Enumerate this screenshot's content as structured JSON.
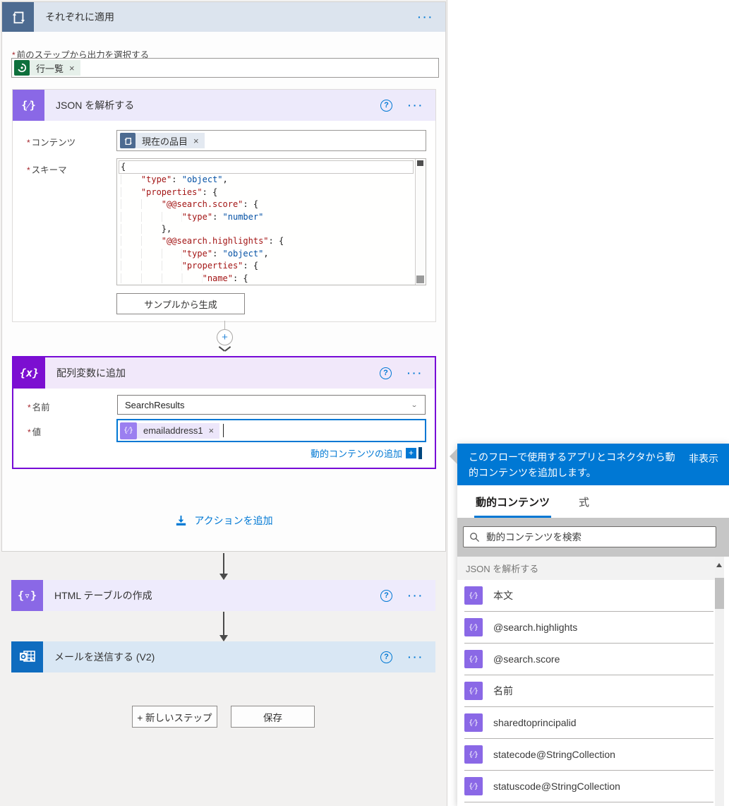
{
  "required_marker": "*",
  "colors": {
    "accent_blue": "#0078d4",
    "control_slate": "#4d6b91",
    "data_operation_purple": "#8a68e6",
    "variable_purple": "#770bd6",
    "dataverse_green": "#0e703c",
    "outlook_blue": "#0f6cbf",
    "code_key": "#a31515",
    "code_value": "#0451a5"
  },
  "canvas": {
    "apply_scope": {
      "title": "それぞれに適用",
      "menu_dots": "···",
      "outputs_label": "前のステップから出力を選択する",
      "output_token": {
        "label": "行一覧",
        "remove": "×"
      }
    },
    "parse_json": {
      "title": "JSON を解析する",
      "help": "?",
      "menu_dots": "···",
      "content_label": "コンテンツ",
      "content_token": {
        "label": "現在の品目",
        "remove": "×"
      },
      "schema_label": "スキーマ",
      "schema_lines": [
        [
          [
            "p",
            "{"
          ]
        ],
        [
          [
            "i",
            "    "
          ],
          [
            "k",
            "\"type\""
          ],
          [
            "p",
            ": "
          ],
          [
            "v",
            "\"object\""
          ],
          [
            "p",
            ","
          ]
        ],
        [
          [
            "i",
            "    "
          ],
          [
            "k",
            "\"properties\""
          ],
          [
            "p",
            ": {"
          ]
        ],
        [
          [
            "i",
            "        "
          ],
          [
            "k",
            "\"@@search.score\""
          ],
          [
            "p",
            ": {"
          ]
        ],
        [
          [
            "i",
            "            "
          ],
          [
            "k",
            "\"type\""
          ],
          [
            "p",
            ": "
          ],
          [
            "v",
            "\"number\""
          ]
        ],
        [
          [
            "i",
            "        "
          ],
          [
            "p",
            "},"
          ]
        ],
        [
          [
            "i",
            "        "
          ],
          [
            "k",
            "\"@@search.highlights\""
          ],
          [
            "p",
            ": {"
          ]
        ],
        [
          [
            "i",
            "            "
          ],
          [
            "k",
            "\"type\""
          ],
          [
            "p",
            ": "
          ],
          [
            "v",
            "\"object\""
          ],
          [
            "p",
            ","
          ]
        ],
        [
          [
            "i",
            "            "
          ],
          [
            "k",
            "\"properties\""
          ],
          [
            "p",
            ": {"
          ]
        ],
        [
          [
            "i",
            "                "
          ],
          [
            "k",
            "\"name\""
          ],
          [
            "p",
            ": {"
          ]
        ]
      ],
      "generate_button": "サンプルから生成"
    },
    "connector_plus": "+",
    "append_array": {
      "title": "配列変数に追加",
      "help": "?",
      "menu_dots": "···",
      "name_label": "名前",
      "name_value": "SearchResults",
      "value_label": "値",
      "value_token": {
        "label": "emailaddress1",
        "remove": "×"
      },
      "add_dynamic_link": "動的コンテンツの追加",
      "add_dynamic_plus": "+"
    },
    "add_action_label": "アクションを追加",
    "html_table": {
      "title": "HTML テーブルの作成",
      "help": "?",
      "menu_dots": "···"
    },
    "send_mail": {
      "title": "メールを送信する (V2)",
      "help": "?",
      "menu_dots": "···"
    },
    "new_step_button": "+ 新しいステップ",
    "save_button": "保存"
  },
  "flyout": {
    "header_text": "このフローで使用するアプリとコネクタから動的コンテンツを追加します。",
    "hide_label": "非表示",
    "tabs": [
      {
        "label": "動的コンテンツ",
        "active": true
      },
      {
        "label": "式",
        "active": false
      }
    ],
    "search_placeholder": "動的コンテンツを検索",
    "section_header": "JSON を解析する",
    "token_icon_glyph": "{⁄}",
    "items": [
      "本文",
      "@search.highlights",
      "@search.score",
      "名前",
      "sharedtoprincipalid",
      "statecode@StringCollection",
      "statuscode@StringCollection"
    ]
  }
}
